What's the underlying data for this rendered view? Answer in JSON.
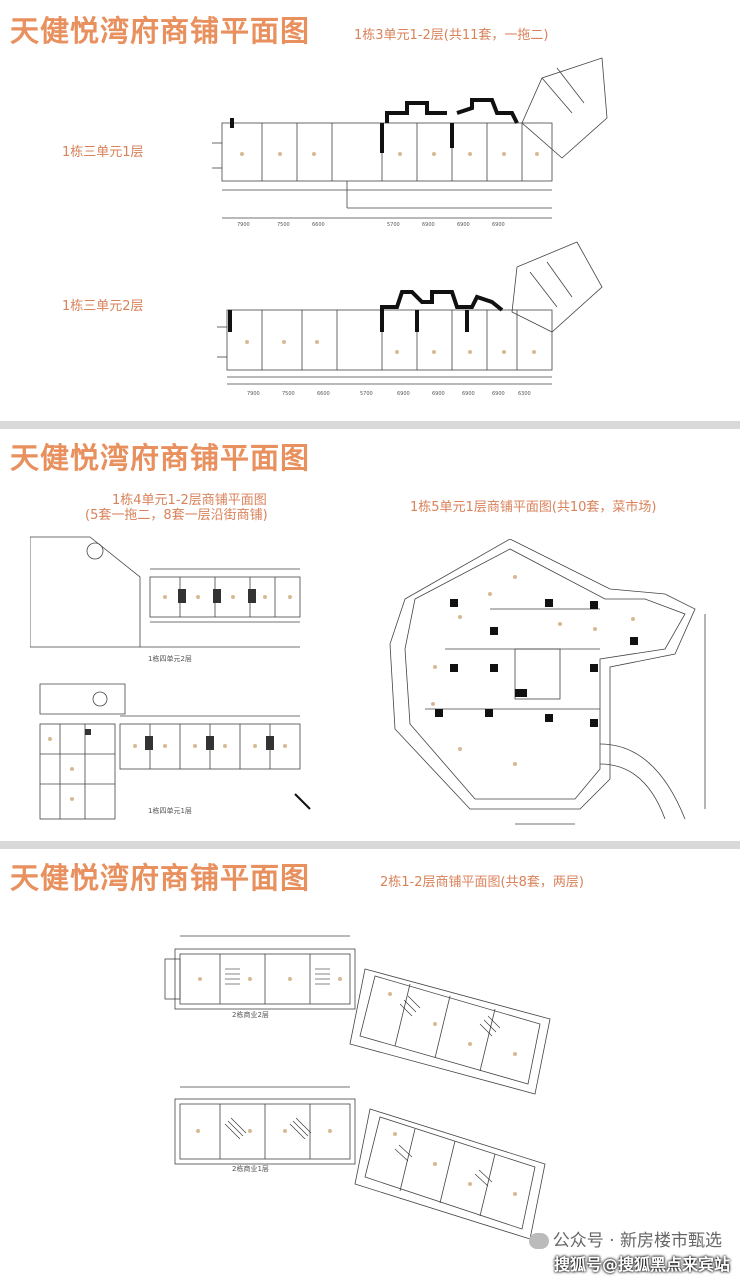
{
  "panel1": {
    "title": "天健悦湾府商铺平面图",
    "subtitle": "1栋3单元1-2层(共11套，一拖二)",
    "label_floor1": "1栋三单元1层",
    "label_floor2": "1栋三单元2层"
  },
  "panel2": {
    "title": "天健悦湾府商铺平面图",
    "left_subtitle_line1": "1栋4单元1-2层商铺平面图",
    "left_subtitle_line2": "(5套一拖二，8套一层沿街商铺)",
    "right_subtitle": "1栋5单元1层商铺平面图(共10套，菜市场)",
    "caption_top": "1栋四单元2层",
    "caption_bottom": "1栋四单元1层"
  },
  "panel3": {
    "title": "天健悦湾府商铺平面图",
    "subtitle": "2栋1-2层商铺平面图(共8套，两层)",
    "caption_top": "2栋商业2层",
    "caption_bottom": "2栋商业1层"
  },
  "watermark": {
    "line1": "公众号 · 新房楼市甄选",
    "line2": "搜狐号@搜狐黑点来宾站"
  },
  "colors": {
    "accent": "#e8905e",
    "sub": "#d9825a",
    "separator": "#d9d9d9"
  }
}
